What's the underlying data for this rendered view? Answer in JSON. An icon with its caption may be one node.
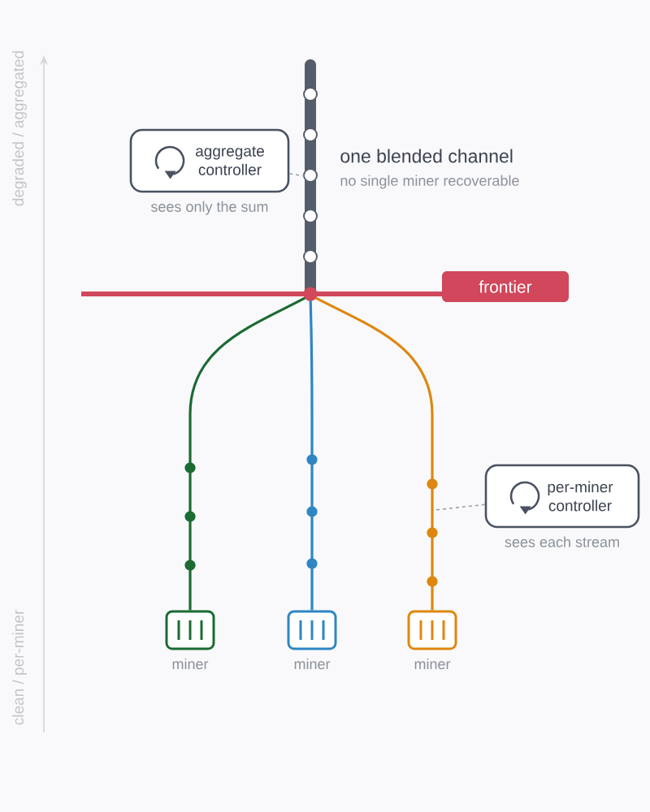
{
  "diagram": {
    "nodes": [
      {
        "text": [],
        "shape": "bar",
        "beside": [
          "one blended channel",
          "no single miner recoverable"
        ]
      },
      {
        "text": [
          "aggregate controller"
        ],
        "beside": [
          "sees only the sum"
        ]
      },
      {
        "text": [
          "frontier"
        ]
      },
      {
        "text": [
          "per-miner controller"
        ],
        "beside": [
          "sees each stream"
        ]
      },
      {
        "text": [],
        "shape": "box",
        "beside": [
          "miner"
        ]
      },
      {
        "text": [],
        "shape": "box",
        "beside": [
          "miner"
        ]
      },
      {
        "text": [],
        "shape": "box",
        "beside": [
          "miner"
        ]
      }
    ],
    "edges": [
      {
        "from": 4,
        "to": 0,
        "arrow": "none",
        "color": "#1b6b33"
      },
      {
        "from": 5,
        "to": 0,
        "arrow": "none",
        "color": "#2e86c4"
      },
      {
        "from": 6,
        "to": 0,
        "arrow": "none",
        "color": "#de870f"
      },
      {
        "from": 1,
        "to": 0,
        "arrow": "none",
        "style": "dashed"
      },
      {
        "from": 3,
        "to": null,
        "arrow": "none",
        "style": "dashed"
      }
    ],
    "labels": [
      "degraded / aggregated",
      "clean / per-miner"
    ]
  }
}
